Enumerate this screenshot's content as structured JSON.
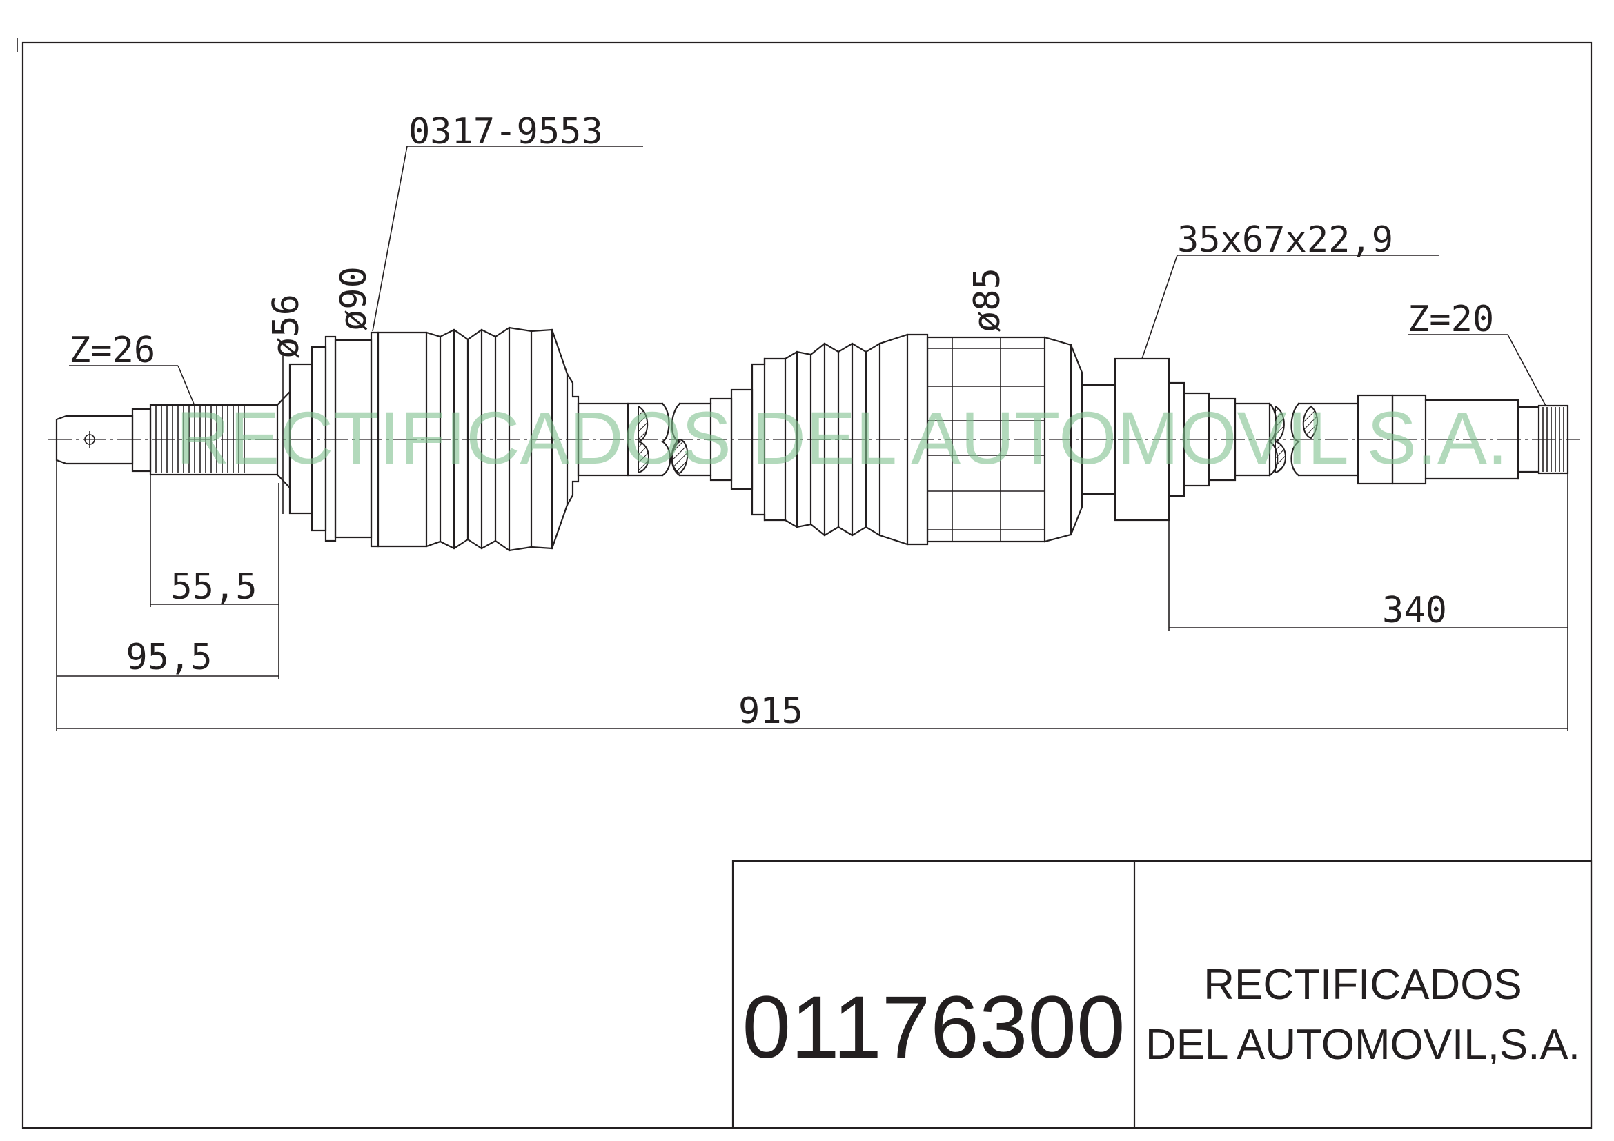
{
  "labels": {
    "boot_part_number": "0317-9553",
    "outer_spline": "Z=26",
    "inner_spline": "Z=20",
    "dia_56": "ø56",
    "dia_90": "ø90",
    "dia_85": "ø85",
    "bearing": "35x67x22,9"
  },
  "dimensions": {
    "d_55_5": "55,5",
    "d_95_5": "95,5",
    "d_340": "340",
    "d_915": "915"
  },
  "watermark": "RECTIFICADOS DEL AUTOMOVIL S.A.",
  "title_block": {
    "part_number": "01176300",
    "company_line1": "RECTIFICADOS",
    "company_line2": "DEL AUTOMOVIL,S.A."
  },
  "colors": {
    "line": "#231f20",
    "watermark": "#7fbf8e"
  }
}
